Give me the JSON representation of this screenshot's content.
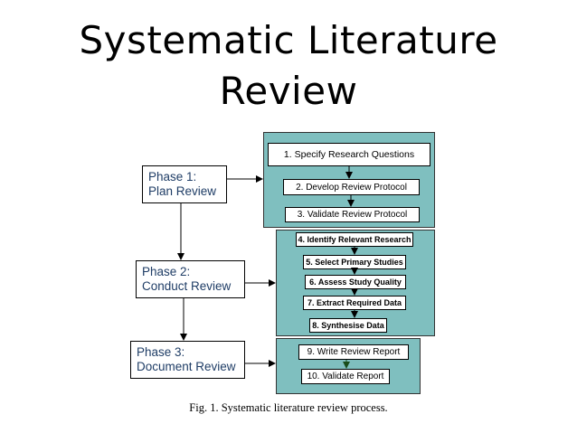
{
  "title": {
    "line1": "Systematic Literature",
    "line2": "Review"
  },
  "phases": [
    {
      "line1": "Phase 1:",
      "line2": "Plan Review"
    },
    {
      "line1": "Phase 2:",
      "line2": "Conduct Review"
    },
    {
      "line1": "Phase 3:",
      "line2": "Document Review"
    }
  ],
  "steps": [
    "1. Specify Research Questions",
    "2. Develop Review Protocol",
    "3. Validate Review Protocol",
    "4. Identify Relevant Research",
    "5. Select Primary Studies",
    "6. Assess Study Quality",
    "7. Extract Required Data",
    "8. Synthesise Data",
    "9. Write Review Report",
    "10. Validate Report"
  ],
  "caption": "Fig. 1.  Systematic literature review process.",
  "colors": {
    "group_fill": "#7fbfbf",
    "phase_text": "#1f3d66"
  }
}
